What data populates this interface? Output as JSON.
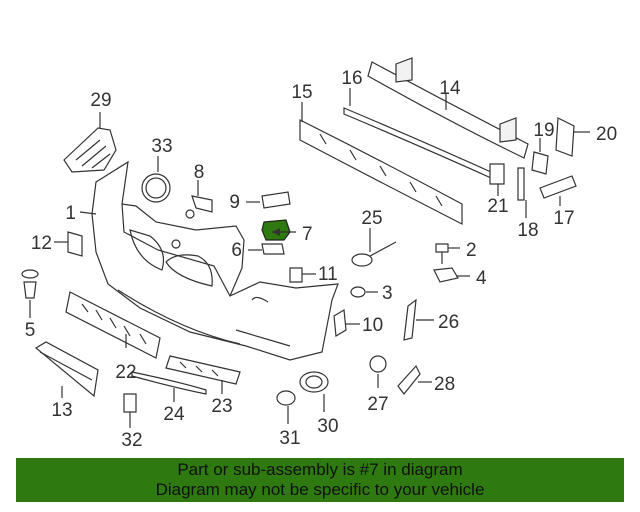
{
  "diagram": {
    "highlight_color": "#2f7a10",
    "callouts": [
      "1",
      "2",
      "3",
      "4",
      "5",
      "6",
      "7",
      "8",
      "9",
      "10",
      "11",
      "12",
      "13",
      "14",
      "15",
      "16",
      "17",
      "18",
      "19",
      "20",
      "21",
      "22",
      "23",
      "24",
      "25",
      "26",
      "27",
      "28",
      "29",
      "30",
      "31",
      "32",
      "33"
    ],
    "highlighted_callout": "7"
  },
  "banner": {
    "color": "#2f7a10",
    "line1": "Part or sub-assembly is #7 in diagram",
    "line2": "Diagram may not be specific to your vehicle"
  }
}
